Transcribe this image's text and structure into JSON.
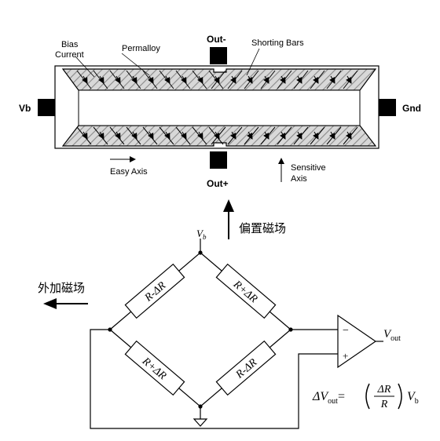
{
  "sensor": {
    "labels": {
      "bias_current": [
        "Bias",
        "Current"
      ],
      "permalloy": "Permalloy",
      "shorting_bars": "Shorting Bars",
      "out_minus": "Out-",
      "out_plus": "Out+",
      "vb": "Vb",
      "gnd": "Gnd",
      "easy_axis": "Easy Axis",
      "sensitive_axis": [
        "Sensitive",
        "Axis"
      ]
    }
  },
  "bridge": {
    "bias_field": "偏置磁场",
    "external_field": "外加磁场",
    "supply": {
      "main": "V",
      "sub": "b"
    },
    "resistors": {
      "top_left": "R-ΔR",
      "top_right": "R+ΔR",
      "bottom_left": "R+ΔR",
      "bottom_right": "R-ΔR"
    },
    "opamp": {
      "minus": "−",
      "plus": "+"
    },
    "output": {
      "main": "V",
      "sub": "out"
    },
    "formula": {
      "delta_v": "ΔV",
      "out_sub": "out",
      "equals": "=",
      "numerator": "ΔR",
      "denominator": "R",
      "v": "V",
      "b_sub": "b"
    }
  }
}
